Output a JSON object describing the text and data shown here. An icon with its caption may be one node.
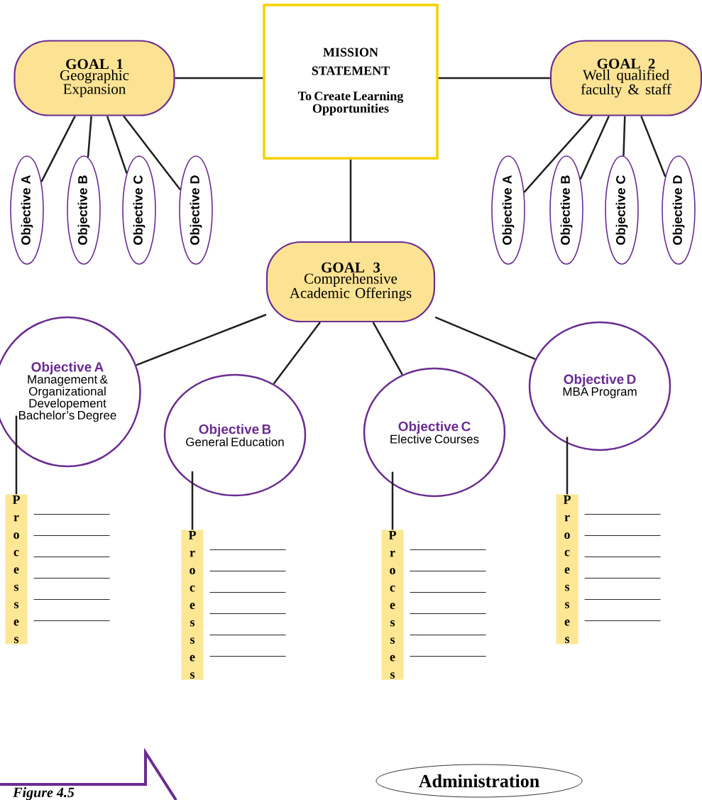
{
  "diagram": {
    "nodes": [
      {
        "text": [
          "GOAL 1",
          "Geographic Expansion"
        ]
      },
      {
        "text": [
          "MISSION STATEMENT",
          "To Create Learning Opportunities"
        ]
      },
      {
        "text": [
          "GOAL 2",
          "Well qualified faculty & staff"
        ]
      },
      {
        "text": [
          "Objective A"
        ]
      },
      {
        "text": [
          "Objective B"
        ]
      },
      {
        "text": [
          "Objective C"
        ]
      },
      {
        "text": [
          "Objective D"
        ]
      },
      {
        "text": [
          "Objective A"
        ]
      },
      {
        "text": [
          "Objective B"
        ]
      },
      {
        "text": [
          "Objective C"
        ]
      },
      {
        "text": [
          "Objective D"
        ]
      },
      {
        "text": [
          "GOAL 3",
          "Comprehensive Academic Offerings"
        ]
      },
      {
        "text": [
          "Objective A",
          "Management & Organizational Developement Bachelor’s Degree"
        ]
      },
      {
        "text": [
          "Objective B",
          "General Education"
        ]
      },
      {
        "text": [
          "Objective C",
          "Elective Courses"
        ]
      },
      {
        "text": [
          "Objective D",
          "MBA Program"
        ]
      },
      {
        "text": [
          "Processes"
        ]
      },
      {
        "text": [
          "Processes"
        ]
      },
      {
        "text": [
          "Processes"
        ]
      },
      {
        "text": [
          "Processes"
        ]
      },
      {
        "text": [
          "Administration"
        ]
      }
    ],
    "edges": [
      {
        "from": 0,
        "to": 1,
        "arrow": "none"
      },
      {
        "from": 1,
        "to": 2,
        "arrow": "none"
      },
      {
        "from": 1,
        "to": 11,
        "arrow": "none"
      },
      {
        "from": 0,
        "to": 3,
        "arrow": "none"
      },
      {
        "from": 0,
        "to": 4,
        "arrow": "none"
      },
      {
        "from": 0,
        "to": 5,
        "arrow": "none"
      },
      {
        "from": 0,
        "to": 6,
        "arrow": "none"
      },
      {
        "from": 2,
        "to": 7,
        "arrow": "none"
      },
      {
        "from": 2,
        "to": 8,
        "arrow": "none"
      },
      {
        "from": 2,
        "to": 9,
        "arrow": "none"
      },
      {
        "from": 2,
        "to": 10,
        "arrow": "none"
      },
      {
        "from": 11,
        "to": 12,
        "arrow": "none"
      },
      {
        "from": 11,
        "to": 13,
        "arrow": "none"
      },
      {
        "from": 11,
        "to": 14,
        "arrow": "none"
      },
      {
        "from": 11,
        "to": 15,
        "arrow": "none"
      },
      {
        "from": 12,
        "to": 16,
        "arrow": "none"
      },
      {
        "from": 13,
        "to": 17,
        "arrow": "none"
      },
      {
        "from": 14,
        "to": 18,
        "arrow": "none"
      },
      {
        "from": 15,
        "to": 19,
        "arrow": "none"
      }
    ],
    "labels": [
      "Figure 4.5"
    ]
  }
}
